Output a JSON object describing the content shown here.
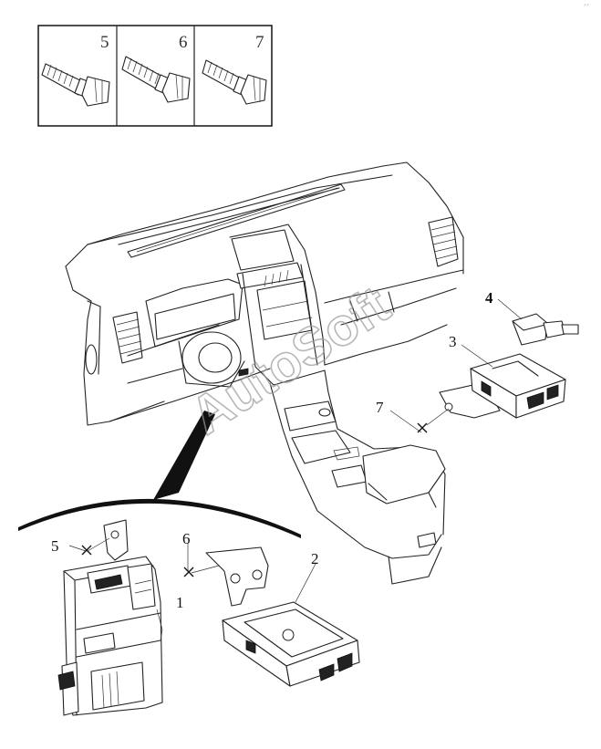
{
  "diagram": {
    "fastener_legend": {
      "cells": [
        {
          "number": "5"
        },
        {
          "number": "6"
        },
        {
          "number": "7"
        }
      ]
    },
    "callouts": {
      "module_1": "1",
      "module_2": "2",
      "module_3": "3",
      "sensor_4": "4",
      "screw_5": "5",
      "screw_6": "6",
      "screw_7": "7"
    },
    "watermark": "AutoSoft",
    "corner_mark": "ᐟᐟ",
    "colors": {
      "line": "#222222",
      "watermark": "#9a9a9a",
      "background": "#ffffff"
    }
  }
}
